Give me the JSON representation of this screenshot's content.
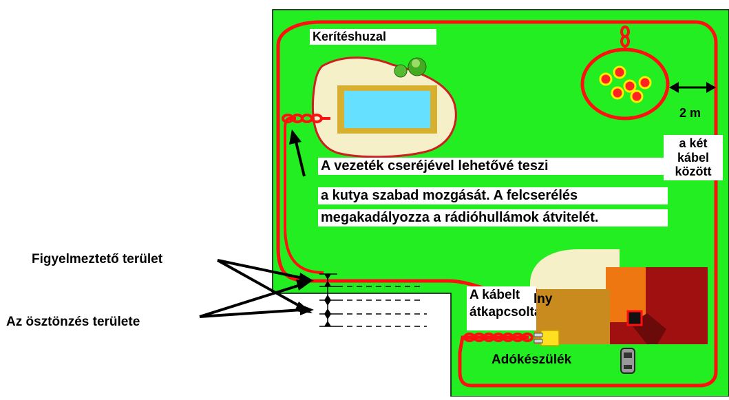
{
  "colors": {
    "lawn": "#22ee22",
    "wire": "#ff1010",
    "sand": "#f5f0c8",
    "pool_water": "#66e0ff",
    "pool_rim": "#d8b030",
    "house_roof": "#a01010",
    "house_orange": "#ee7711",
    "house_brown": "#c98a1e",
    "transmitter": "#ffe020",
    "flower": "#ff2222"
  },
  "labels": {
    "fence_wire": "Kerítéshuzal",
    "distance_value": "2 m",
    "between_cables_1": "a két",
    "between_cables_2": "kábel",
    "between_cables_3": "között",
    "swap_note_1": "A vezeték cseréjével lehetővé teszi",
    "swap_note_2": "a kutya szabad mozgását. A felcserélés",
    "swap_note_3": "megakadályozza a rádióhullámok átvitelét.",
    "warning_zone": "Figyelmeztető terület",
    "correction_zone": "Az ösztönzés területe",
    "cables_swapped": "A kábelt átkapcsolták",
    "cables_swapped_overlap": "lny",
    "transmitter": "Adókészülék"
  },
  "icons": [
    "double-arrow-icon",
    "car-icon",
    "flower-icon",
    "shrub-icon"
  ]
}
